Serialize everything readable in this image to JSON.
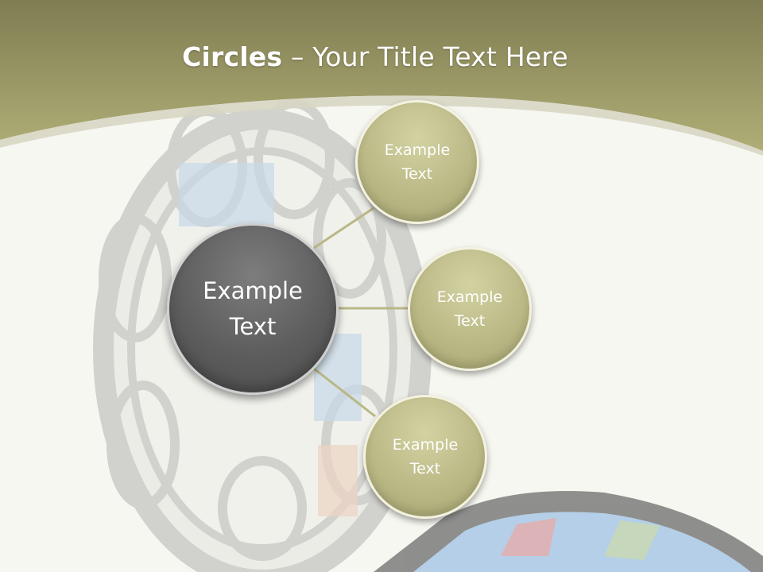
{
  "title": {
    "bold": "Circles",
    "rest": " – Your Title Text Here"
  },
  "center": {
    "label": "Example Text"
  },
  "satellites": [
    {
      "label": "Example Text"
    },
    {
      "label": "Example Text"
    },
    {
      "label": "Example Text"
    }
  ],
  "colors": {
    "header": "#a9a66c",
    "satellite_fill": "#bbb986",
    "center_fill": "#5d5d5d",
    "connector": "#b9b785",
    "background": "#f7f7f1"
  }
}
